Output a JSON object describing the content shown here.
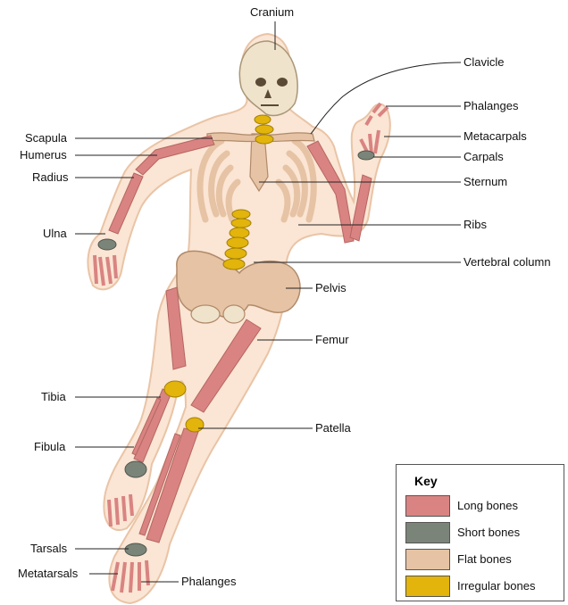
{
  "labels": {
    "cranium": "Cranium",
    "clavicle": "Clavicle",
    "phalanges_hand": "Phalanges",
    "metacarpals": "Metacarpals",
    "carpals": "Carpals",
    "sternum": "Sternum",
    "ribs": "Ribs",
    "vertebral_column": "Vertebral column",
    "pelvis": "Pelvis",
    "femur": "Femur",
    "patella": "Patella",
    "phalanges_foot": "Phalanges",
    "scapula": "Scapula",
    "humerus": "Humerus",
    "radius": "Radius",
    "ulna": "Ulna",
    "tibia": "Tibia",
    "fibula": "Fibula",
    "tarsals": "Tarsals",
    "metatarsals": "Metatarsals"
  },
  "key": {
    "title": "Key",
    "items": [
      {
        "label": "Long bones",
        "color": "#d98482"
      },
      {
        "label": "Short bones",
        "color": "#7b8479"
      },
      {
        "label": "Flat bones",
        "color": "#e6c3a4"
      },
      {
        "label": "Irregular bones",
        "color": "#e2b40c"
      }
    ]
  },
  "colors": {
    "body_fill": "#fbe5d4",
    "body_outline": "#e9c4a6",
    "long_bone": "#d98482",
    "short_bone": "#7b8479",
    "flat_bone": "#e6c3a4",
    "irregular_bone": "#e2b40c",
    "skull": "#efe3cc",
    "leader_line": "#222222"
  }
}
